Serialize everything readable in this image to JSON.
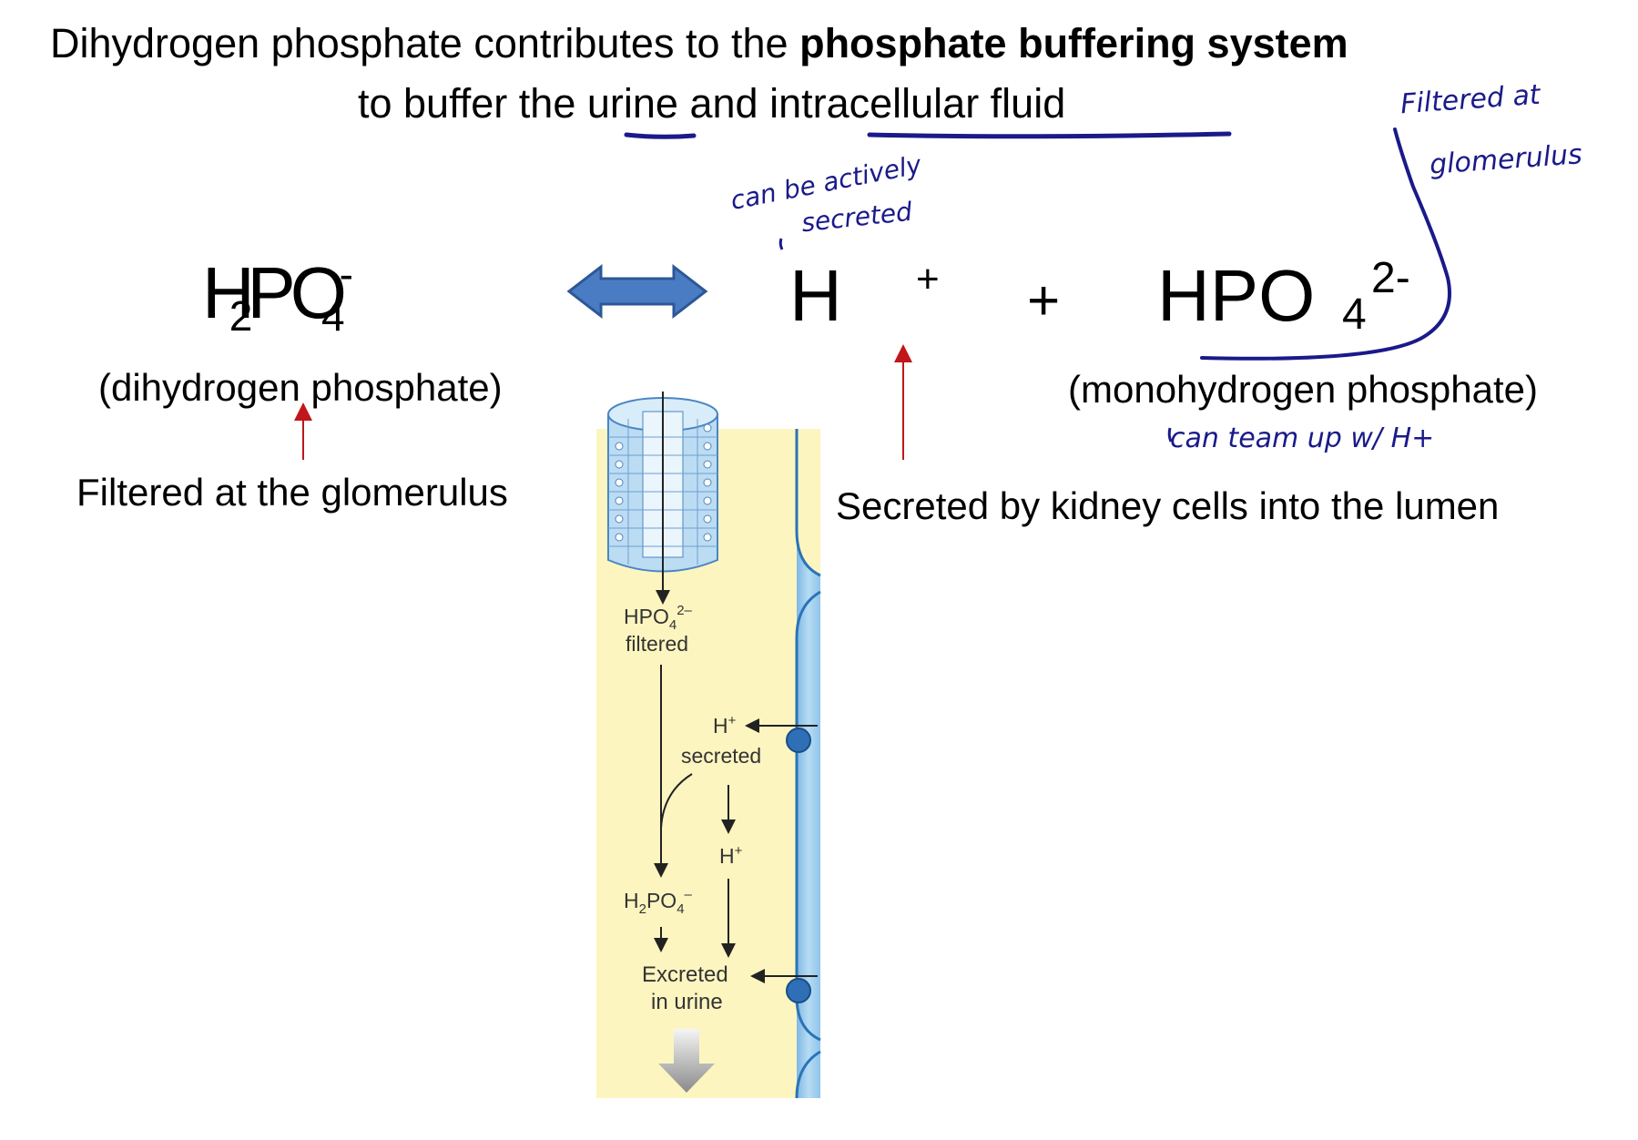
{
  "title": {
    "line1_normal": "Dihydrogen phosphate contributes to the",
    "line1_bold": "phosphate buffering system",
    "line2_a": "to buffer the",
    "line2_urine": "urine",
    "line2_b": "and",
    "line2_icf": "intracellular fluid"
  },
  "equation": {
    "lhs_main1": "H",
    "lhs_sub1": "2",
    "lhs_main2": "PO",
    "lhs_sub2": "4",
    "lhs_charge": "-",
    "h_symbol": "H",
    "h_charge": "+",
    "plus": "+",
    "rhs_main": "HPO",
    "rhs_sub": "4",
    "rhs_charge": "2-"
  },
  "labels": {
    "dihydrogen": "(dihydrogen phosphate)",
    "monohydrogen": "(monohydrogen phosphate)",
    "filtered": "Filtered at the glomerulus",
    "secreted": "Secreted by kidney cells into the lumen"
  },
  "handwritten": {
    "active_line1": "can be actively",
    "active_line2": "secreted",
    "filtered_line1": "Filtered at",
    "filtered_line2": "glomerulus",
    "team_up": "can team up w/ H+"
  },
  "figure": {
    "hpo4_filtered_1": "HPO",
    "hpo4_filtered_sub": "4",
    "hpo4_filtered_sup": "2–",
    "hpo4_filtered_2": "filtered",
    "h_secreted_1": "H",
    "h_secreted_sup": "+",
    "h_secreted_2": "secreted",
    "h_mid": "H",
    "h_mid_sup": "+",
    "h2po4_a": "H",
    "h2po4_sub1": "2",
    "h2po4_b": "PO",
    "h2po4_sub2": "4",
    "h2po4_sup": "–",
    "excreted_1": "Excreted",
    "excreted_2": "in urine"
  },
  "colors": {
    "ink": "#1a1a8a",
    "red_arrow": "#c0161c",
    "double_arrow": "#4a7cc4",
    "lumen": "#fdf5c0",
    "cell_blue": "#a9d3f0",
    "transporter": "#2f6fb5"
  }
}
